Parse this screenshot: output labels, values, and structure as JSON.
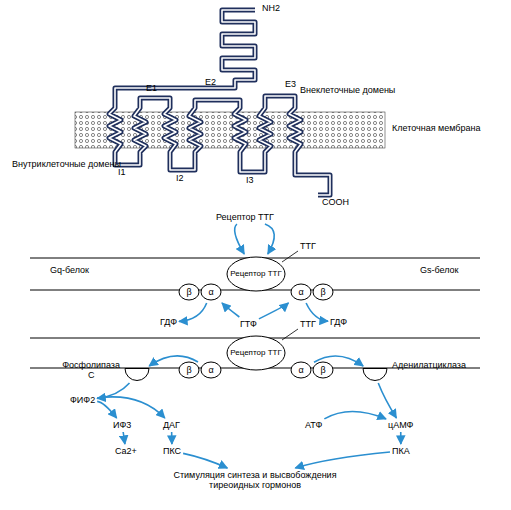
{
  "diagram": {
    "nodes": [
      {
        "text": [
          "Рецептор ТТГ"
        ]
      },
      {
        "text": [
          "Рецептор ТТГ"
        ]
      },
      {
        "text": [
          "β"
        ]
      },
      {
        "text": [
          "α"
        ]
      },
      {
        "text": [
          "α"
        ]
      },
      {
        "text": [
          "β"
        ]
      },
      {
        "text": [
          "ГДФ"
        ]
      },
      {
        "text": [
          "ГТФ"
        ]
      },
      {
        "text": [
          "ГДФ"
        ]
      },
      {
        "text": [
          "Фосфолипаза С"
        ]
      },
      {
        "text": [
          "Рецептор ТТГ"
        ]
      },
      {
        "text": [
          "β"
        ]
      },
      {
        "text": [
          "α"
        ]
      },
      {
        "text": [
          "α"
        ]
      },
      {
        "text": [
          "β"
        ]
      },
      {
        "text": [
          "Аденилатциклаза"
        ]
      },
      {
        "text": [
          "ФИФ2"
        ]
      },
      {
        "text": [
          "ИФ3"
        ]
      },
      {
        "text": [
          "Ca2+"
        ]
      },
      {
        "text": [
          "ДАГ"
        ]
      },
      {
        "text": [
          "ПКС"
        ]
      },
      {
        "text": [
          "АТФ"
        ]
      },
      {
        "text": [
          "цАМФ"
        ]
      },
      {
        "text": [
          "ПКА"
        ]
      },
      {
        "text": [
          "Стимуляция синтеза и высвобождения тиреоидных гормонов"
        ]
      }
    ],
    "edges": [
      {
        "from": 0,
        "to": 1,
        "arrow": "to"
      },
      {
        "from": 0,
        "to": 1,
        "arrow": "to"
      },
      {
        "from": 3,
        "to": 6,
        "arrow": "to"
      },
      {
        "from": 7,
        "to": 3,
        "arrow": "to"
      },
      {
        "from": 7,
        "to": 4,
        "arrow": "to"
      },
      {
        "from": 4,
        "to": 8,
        "arrow": "to"
      },
      {
        "from": 12,
        "to": 9,
        "arrow": "to"
      },
      {
        "from": 13,
        "to": 15,
        "arrow": "to"
      },
      {
        "from": 9,
        "to": 16,
        "arrow": "to"
      },
      {
        "from": 16,
        "to": 17,
        "arrow": "to"
      },
      {
        "from": 16,
        "to": 19,
        "arrow": "to"
      },
      {
        "from": 17,
        "to": 18,
        "arrow": "to"
      },
      {
        "from": 19,
        "to": 20,
        "arrow": "to"
      },
      {
        "from": 15,
        "to": 22,
        "arrow": "to"
      },
      {
        "from": 21,
        "to": 22,
        "arrow": "to"
      },
      {
        "from": 22,
        "to": 23,
        "arrow": "to"
      },
      {
        "from": 20,
        "to": 24,
        "arrow": "to"
      },
      {
        "from": 23,
        "to": 24,
        "arrow": "to"
      }
    ],
    "labels": [
      "NH2",
      "Внеклеточные домены",
      "E1",
      "E2",
      "E3",
      "Клеточная мембрана",
      "Внутриклеточные домены",
      "I1",
      "I2",
      "I3",
      "COOH",
      "ТТГ",
      "Gq-белок",
      "Gs-белок",
      "ТТГ"
    ]
  }
}
